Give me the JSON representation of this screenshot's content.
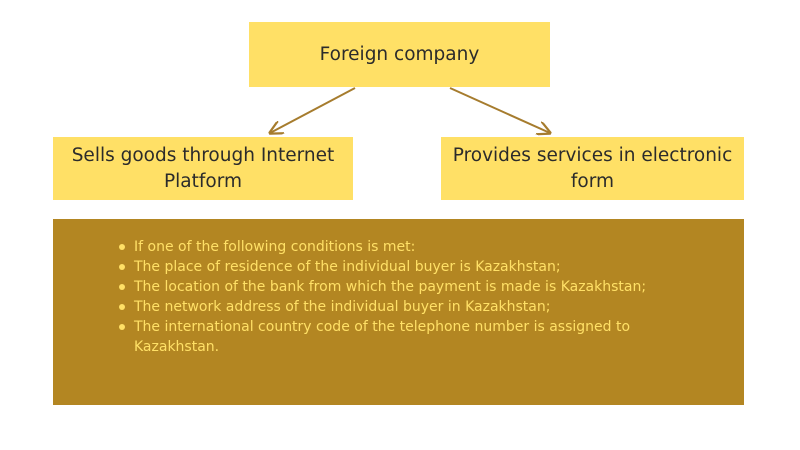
{
  "diagram": {
    "root": {
      "label": "Foreign company"
    },
    "left_branch": {
      "label": "Sells goods through Internet Platform"
    },
    "right_branch": {
      "label": "Provides services in electronic form"
    },
    "conditions": [
      "If one of the following conditions is met:",
      "The place of residence of the individual buyer is Kazakhstan;",
      "The location of the bank from which the payment is made is Kazakhstan;",
      "The network address of the individual buyer in Kazakhstan;",
      "The international country code of the telephone number is assigned to Kazakhstan."
    ]
  },
  "colors": {
    "box_fill": "#ffe066",
    "panel_fill": "#b38622",
    "arrow": "#a67c2e",
    "box_text": "#2b2b2b",
    "panel_text": "#ffe066"
  }
}
